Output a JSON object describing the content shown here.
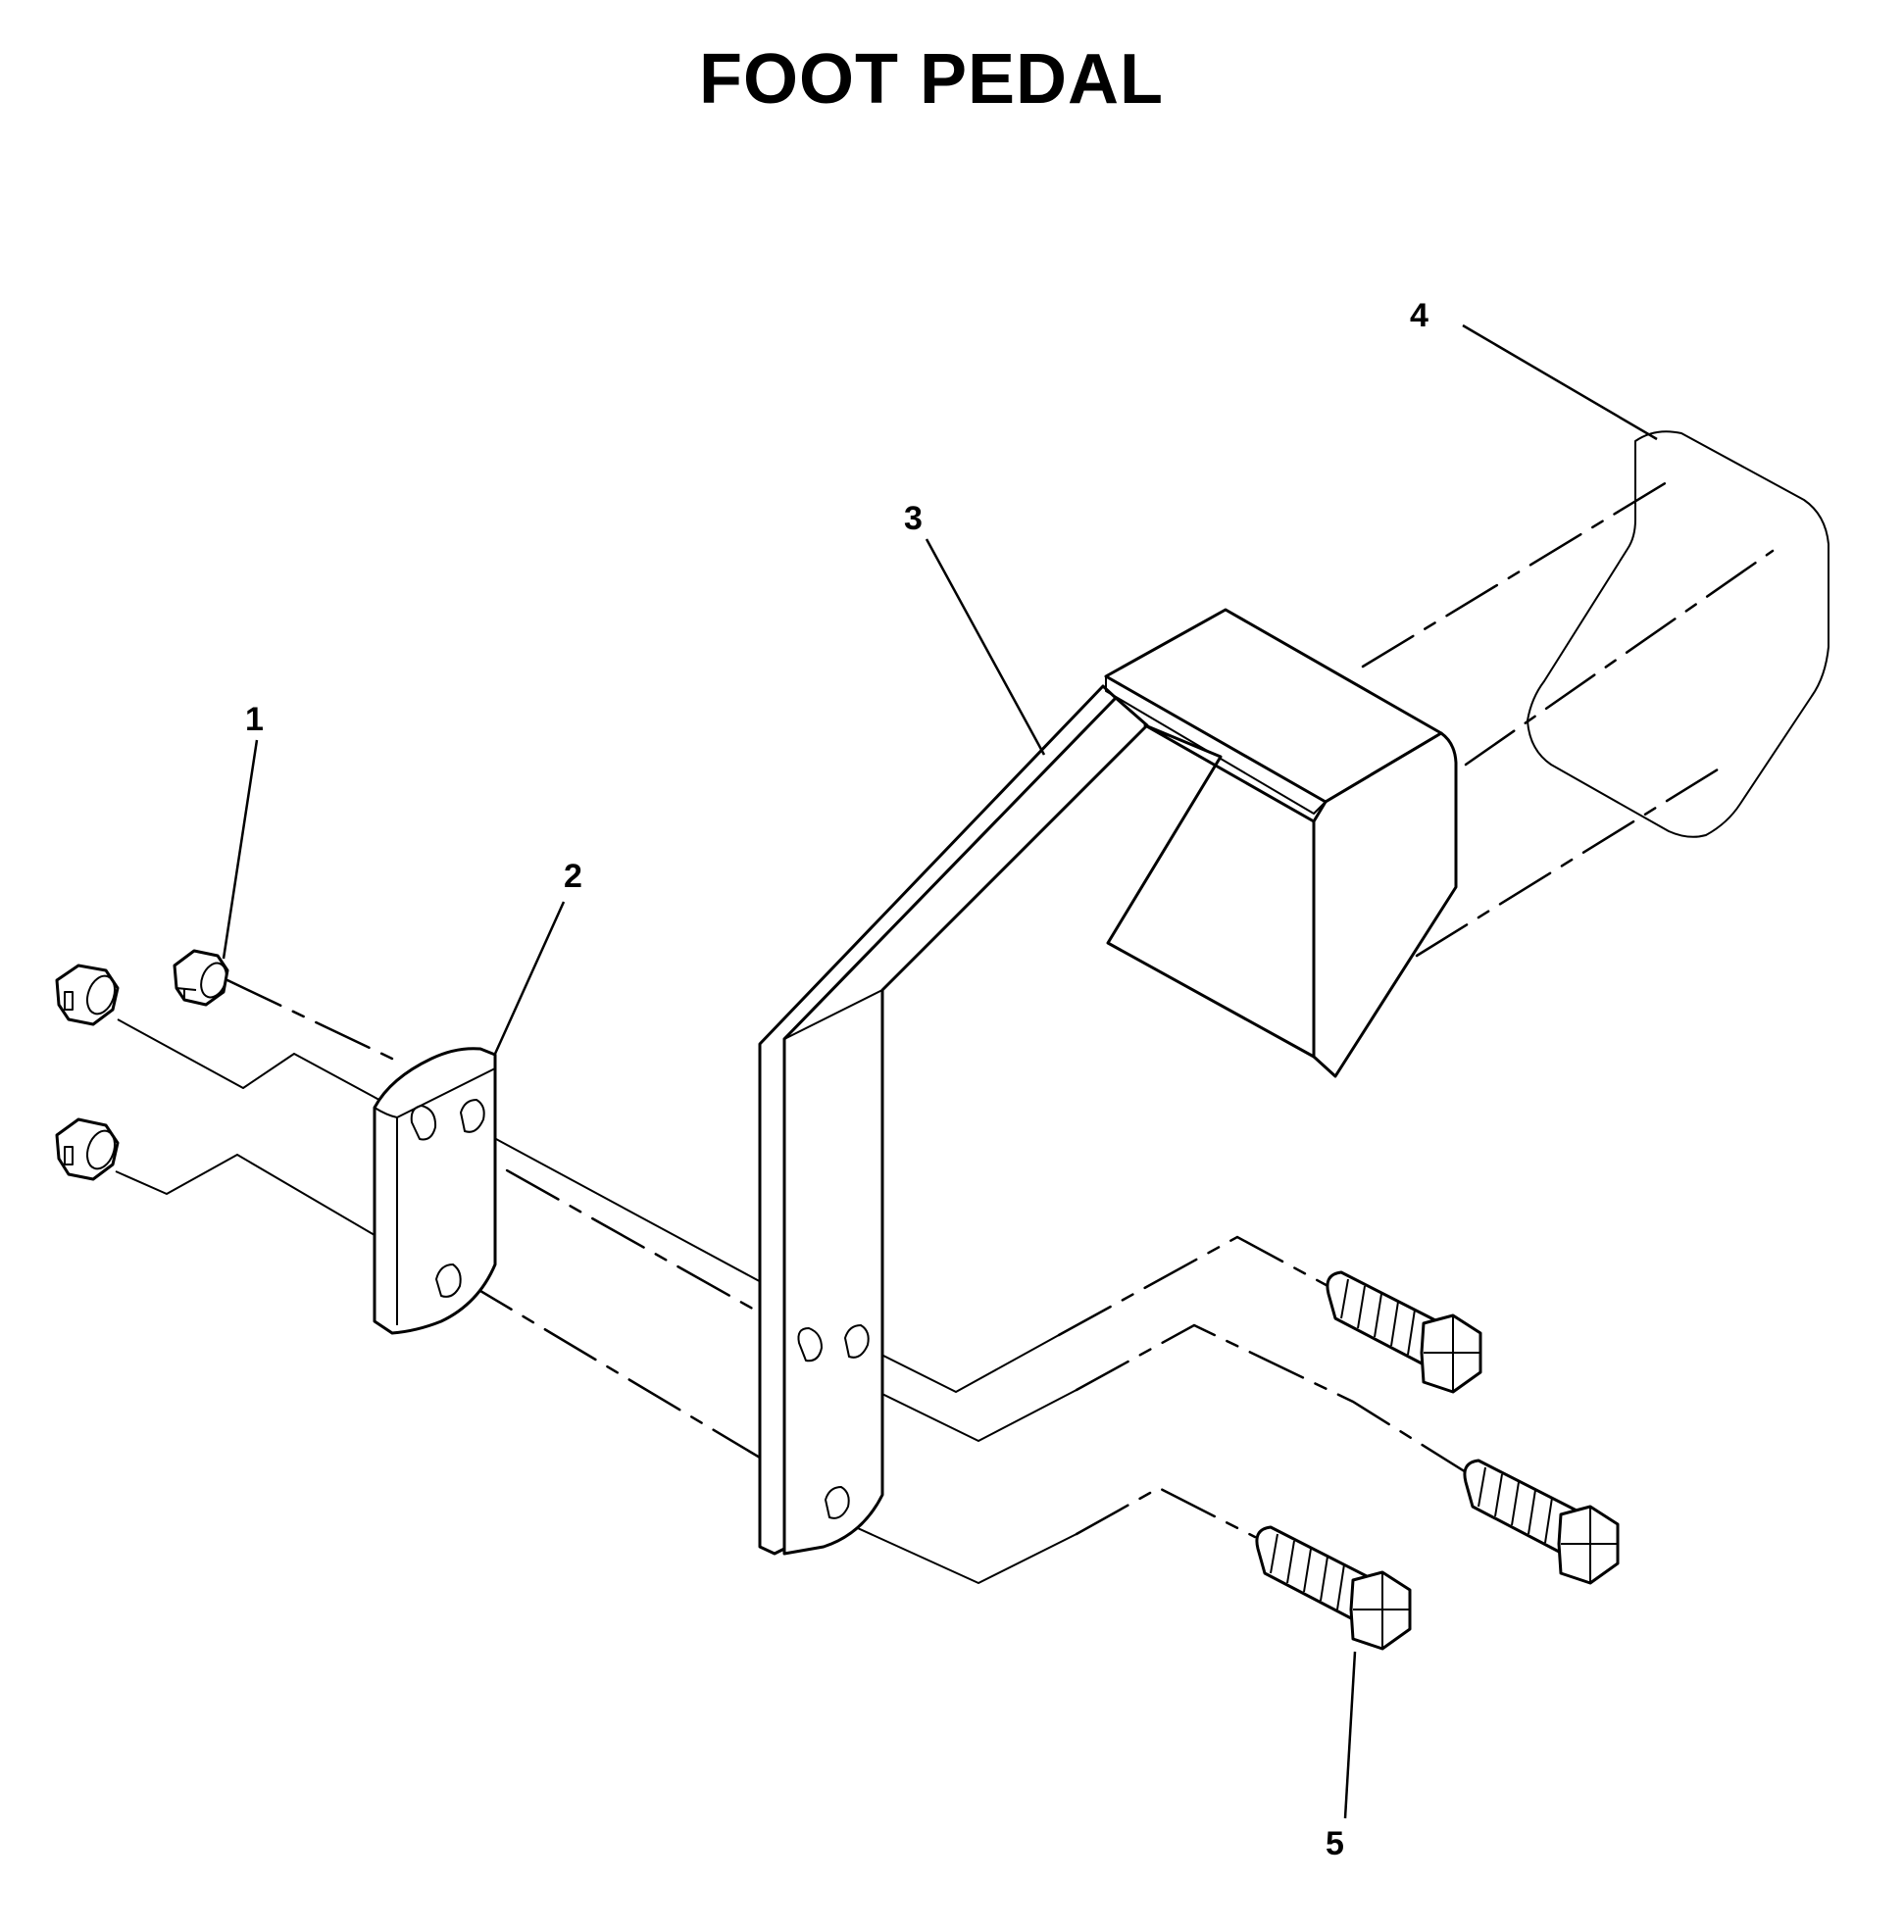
{
  "title": "FOOT PEDAL",
  "callouts": [
    {
      "label": "1"
    },
    {
      "label": "2"
    },
    {
      "label": "3"
    },
    {
      "label": "4"
    },
    {
      "label": "5"
    }
  ]
}
